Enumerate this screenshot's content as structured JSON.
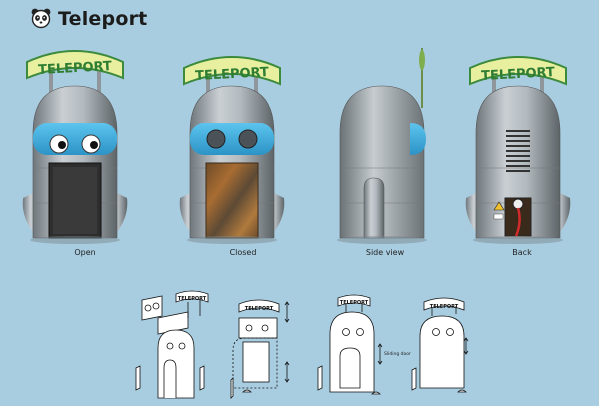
{
  "header": {
    "title": "Teleport",
    "logo_icon": "panda-face-icon"
  },
  "sign_text": "TELEPORT",
  "views": [
    {
      "label": "Open"
    },
    {
      "label": "Closed"
    },
    {
      "label": "Side view"
    },
    {
      "label": "Back"
    }
  ],
  "sketch_note": "Sliding door",
  "colors": {
    "background": "#a9cde0",
    "sign_fill": "#e8f0a0",
    "sign_border": "#3c8a3c",
    "sign_text": "#2e7d32",
    "visor": "#39a9d8",
    "metal": "#a9b0b5",
    "rust": "#8a5a2b"
  }
}
